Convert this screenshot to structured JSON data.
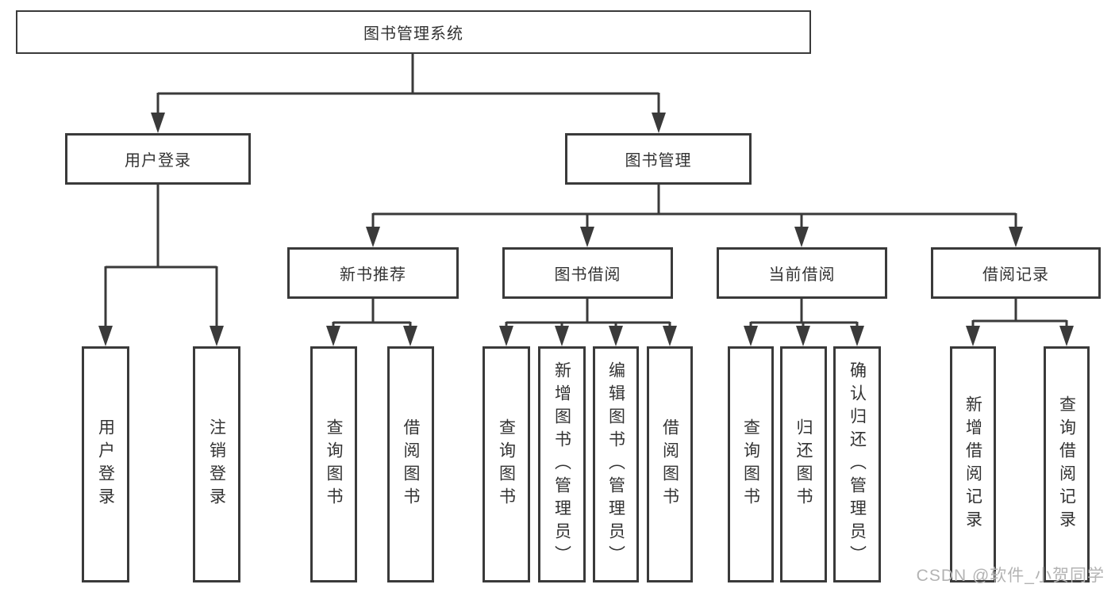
{
  "diagram": {
    "title": "图书管理系统",
    "root": {
      "label": "图书管理系统"
    },
    "level2": [
      {
        "label": "用户登录"
      },
      {
        "label": "图书管理"
      }
    ],
    "level3": [
      {
        "label": "新书推荐"
      },
      {
        "label": "图书借阅"
      },
      {
        "label": "当前借阅"
      },
      {
        "label": "借阅记录"
      }
    ],
    "leaves": [
      {
        "label": "用户登录",
        "parent": "用户登录"
      },
      {
        "label": "注销登录",
        "parent": "用户登录"
      },
      {
        "label": "查询图书",
        "parent": "新书推荐"
      },
      {
        "label": "借阅图书",
        "parent": "新书推荐"
      },
      {
        "label": "查询图书",
        "parent": "图书借阅"
      },
      {
        "label": "新增图书（管理员）",
        "parent": "图书借阅"
      },
      {
        "label": "编辑图书（管理员）",
        "parent": "图书借阅"
      },
      {
        "label": "借阅图书",
        "parent": "图书借阅"
      },
      {
        "label": "查询图书",
        "parent": "当前借阅"
      },
      {
        "label": "归还图书",
        "parent": "当前借阅"
      },
      {
        "label": "确认归还（管理员）",
        "parent": "当前借阅"
      },
      {
        "label": "新增借阅记录",
        "parent": "借阅记录"
      },
      {
        "label": "查询借阅记录",
        "parent": "借阅记录"
      }
    ]
  },
  "watermark": {
    "text": "CSDN @软件_小贺同学"
  },
  "colors": {
    "line": "#3a3a3a",
    "box_border": "#3a3a3a",
    "text": "#333333",
    "watermark": "#b3b3b3",
    "background": "#ffffff"
  }
}
